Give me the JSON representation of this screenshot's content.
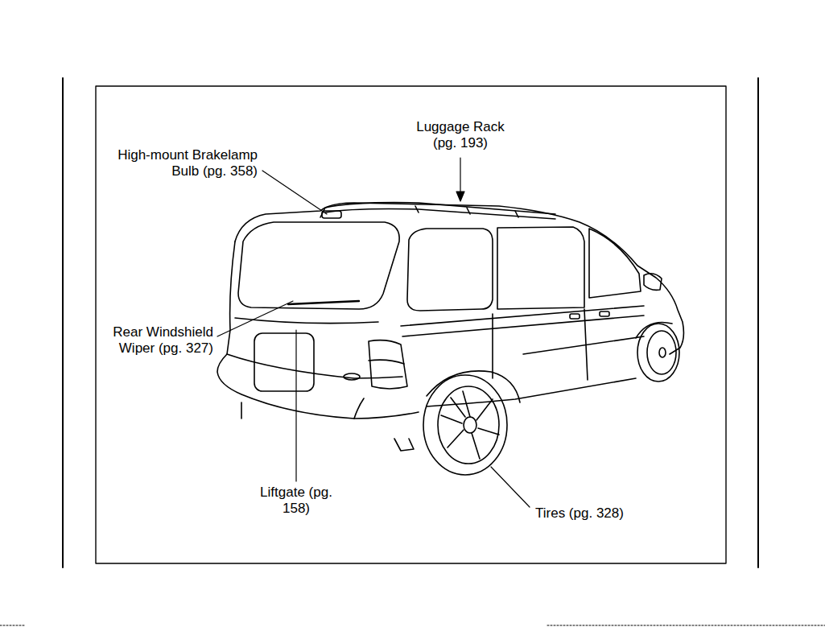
{
  "diagram": {
    "labels": [
      "High-mount Brakelamp Bulb (pg. 358)",
      "Luggage Rack (pg. 193)",
      "Rear Windshield Wiper (pg. 327)",
      "Liftgate (pg. 158)",
      "Tires (pg. 328)"
    ]
  }
}
